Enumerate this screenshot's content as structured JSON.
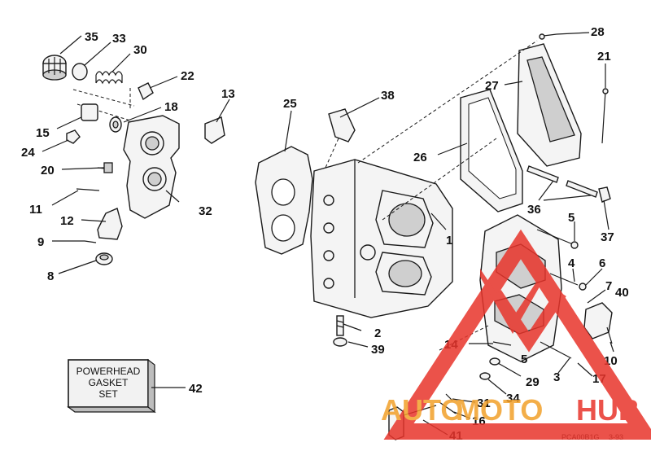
{
  "callouts": {
    "c1": "1",
    "c2": "2",
    "c3": "3",
    "c4": "4",
    "c5a": "5",
    "c5b": "5",
    "c6": "6",
    "c7": "7",
    "c8": "8",
    "c9": "9",
    "c10": "10",
    "c11": "11",
    "c12": "12",
    "c13": "13",
    "c14": "14",
    "c15": "15",
    "c16": "16",
    "c17": "17",
    "c18": "18",
    "c20": "20",
    "c21": "21",
    "c22": "22",
    "c24": "24",
    "c25": "25",
    "c26": "26",
    "c27": "27",
    "c28": "28",
    "c29": "29",
    "c30": "30",
    "c31": "31",
    "c32": "32",
    "c33": "33",
    "c34": "34",
    "c35": "35",
    "c36": "36",
    "c37": "37",
    "c38": "38",
    "c39": "39",
    "c40": "40",
    "c41": "41",
    "c42": "42"
  },
  "gasket_set": {
    "line1": "POWERHEAD",
    "line2": "GASKET",
    "line3": "SET"
  },
  "footer": {
    "code": "PCA00B1G",
    "date": "3-93"
  },
  "watermark": {
    "text_auto": "AUTO",
    "text_moto": "MOTO",
    "text_hub": "HUB",
    "color_red": "#e8342b",
    "color_orange": "#f2a02a"
  }
}
